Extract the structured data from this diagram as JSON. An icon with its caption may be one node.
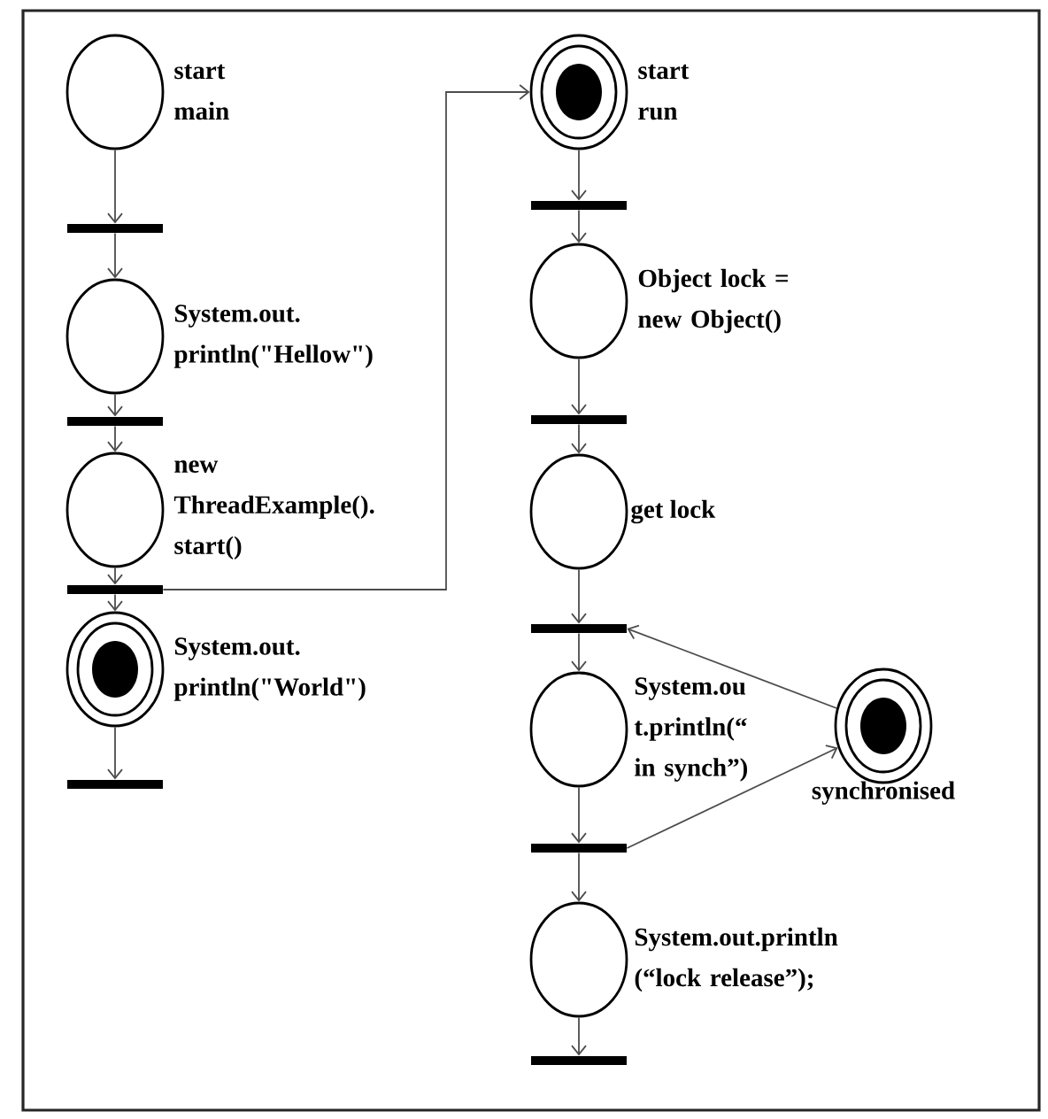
{
  "diagram": {
    "nodes": [
      {
        "text": [],
        "shape": "circle",
        "beside": [
          "start main"
        ]
      },
      {
        "text": [],
        "shape": "bar"
      },
      {
        "text": [],
        "shape": "circle",
        "beside": [
          "System.out. println(\"Hellow\")"
        ]
      },
      {
        "text": [],
        "shape": "bar"
      },
      {
        "text": [],
        "shape": "circle",
        "beside": [
          "new ThreadExample(). start()"
        ]
      },
      {
        "text": [],
        "shape": "bar"
      },
      {
        "text": [],
        "shape": "circle",
        "beside": [
          "System.out. println(\"World\")"
        ]
      },
      {
        "text": [],
        "shape": "bar"
      },
      {
        "text": [],
        "shape": "circle",
        "beside": [
          "start run"
        ]
      },
      {
        "text": [],
        "shape": "bar"
      },
      {
        "text": [],
        "shape": "circle",
        "beside": [
          "Object lock = new Object()"
        ]
      },
      {
        "text": [],
        "shape": "bar"
      },
      {
        "text": [],
        "shape": "circle",
        "beside": [
          "get lock"
        ]
      },
      {
        "text": [],
        "shape": "bar"
      },
      {
        "text": [],
        "shape": "circle",
        "beside": [
          "System.ou t.println(“ in synch”)"
        ]
      },
      {
        "text": [],
        "shape": "circle",
        "beside": [
          "synchronised"
        ]
      },
      {
        "text": [],
        "shape": "bar"
      },
      {
        "text": [],
        "shape": "circle",
        "beside": [
          "System.out.println (“lock release”);"
        ]
      },
      {
        "text": [],
        "shape": "bar"
      }
    ],
    "edges": [
      {
        "from": 0,
        "to": 1,
        "arrow": "to"
      },
      {
        "from": 1,
        "to": 2,
        "arrow": "to"
      },
      {
        "from": 2,
        "to": 3,
        "arrow": "to"
      },
      {
        "from": 3,
        "to": 4,
        "arrow": "to"
      },
      {
        "from": 4,
        "to": 5,
        "arrow": "to"
      },
      {
        "from": 5,
        "to": 6,
        "arrow": "to"
      },
      {
        "from": 5,
        "to": 8,
        "arrow": "to"
      },
      {
        "from": 6,
        "to": 7,
        "arrow": "to"
      },
      {
        "from": 8,
        "to": 9,
        "arrow": "to"
      },
      {
        "from": 9,
        "to": 10,
        "arrow": "to"
      },
      {
        "from": 10,
        "to": 11,
        "arrow": "to"
      },
      {
        "from": 11,
        "to": 12,
        "arrow": "to"
      },
      {
        "from": 12,
        "to": 13,
        "arrow": "to"
      },
      {
        "from": 13,
        "to": 14,
        "arrow": "to"
      },
      {
        "from": 15,
        "to": 13,
        "arrow": "to"
      },
      {
        "from": 14,
        "to": 16,
        "arrow": "to"
      },
      {
        "from": 16,
        "to": 15,
        "arrow": "to"
      },
      {
        "from": 16,
        "to": 17,
        "arrow": "to"
      },
      {
        "from": 17,
        "to": 18,
        "arrow": "to"
      }
    ]
  }
}
